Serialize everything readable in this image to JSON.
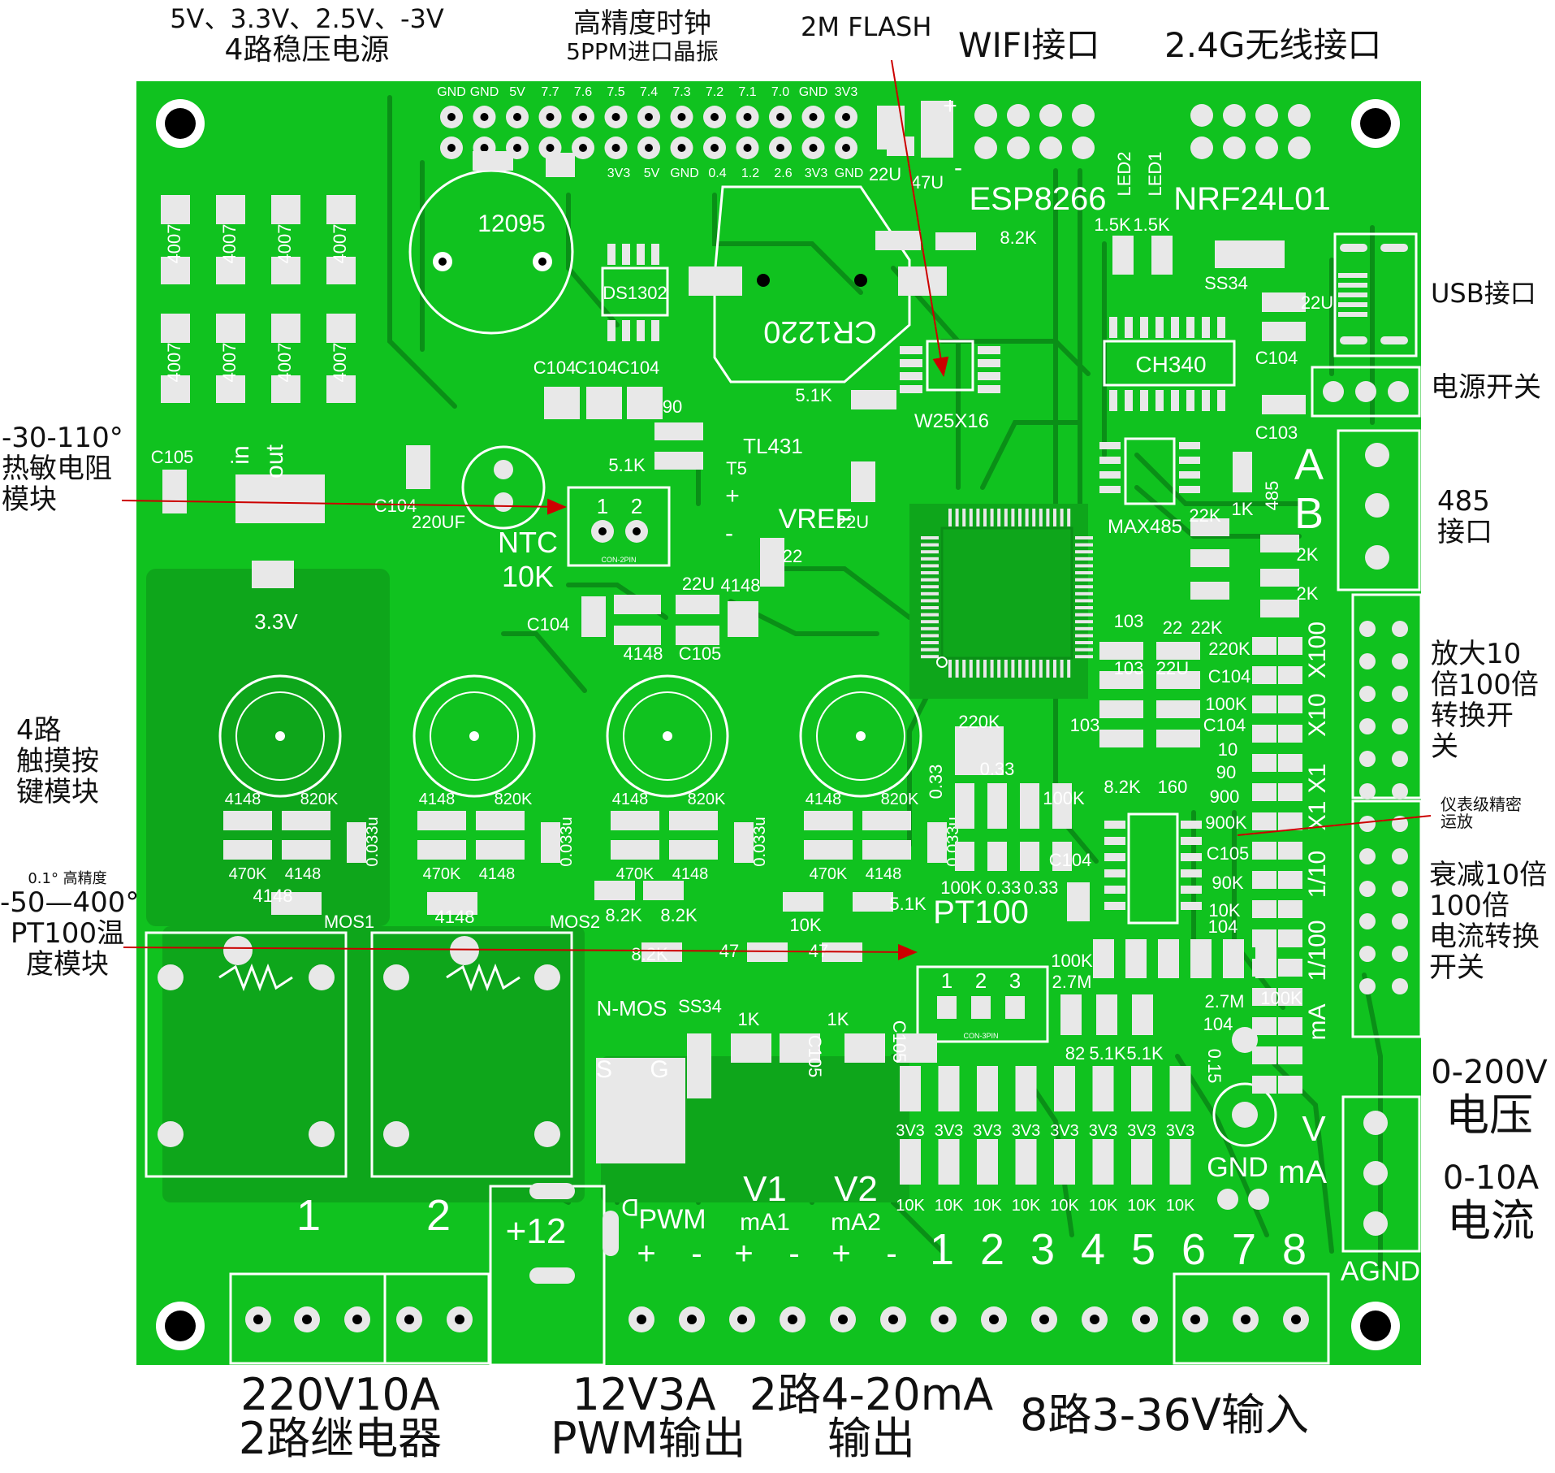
{
  "colors": {
    "board": "#10c21f",
    "trace": "#0a8f17",
    "silk": "#ffffff",
    "pad": "#e8e8e8",
    "hole": "#000000",
    "arrow": "#cc0000"
  },
  "callouts": {
    "power": [
      "5V、3.3V、2.5V、-3V",
      "4路稳压电源"
    ],
    "clock": [
      "高精度时钟",
      "5PPM进口晶振"
    ],
    "flash": [
      "2M FLASH"
    ],
    "wifi": [
      "WIFI接口"
    ],
    "wireless": [
      "2.4G无线接口"
    ],
    "usb": [
      "USB接口"
    ],
    "switch": [
      "电源开关"
    ],
    "rs485": [
      "485",
      "接口"
    ],
    "amp": [
      "放大10",
      "倍100倍",
      "转换开",
      "关"
    ],
    "opamp": [
      "仪表级精密",
      "运放"
    ],
    "atten": [
      "衰减10倍",
      "100倍",
      "电流转换",
      "开关"
    ],
    "voltage": [
      "0-200V",
      "电压"
    ],
    "current": [
      "0-10A",
      "电流"
    ],
    "ntc": [
      "-30-110°",
      "热敏电阻",
      "模块"
    ],
    "touch": [
      "4路",
      "触摸按",
      "键模块"
    ],
    "pt100": [
      "0.1° 高精度",
      "-50—400°",
      "PT100温",
      "度模块"
    ],
    "relay": [
      "220V10A",
      "2路继电器"
    ],
    "pwm": [
      "12V3A",
      "PWM输出"
    ],
    "ma_out": [
      "2路4-20mA",
      "输出"
    ],
    "inputs": [
      "8路3-36V输入"
    ]
  },
  "board": {
    "chips": {
      "ds1302": "DS1302",
      "battery": "CR1220",
      "flash": "W25X16",
      "usb_chip": "CH340",
      "max485": "MAX485",
      "esp": "ESP8266",
      "nrf": "NRF24L01",
      "regulator": "12095",
      "tl431": "TL431",
      "vref": "VREF",
      "ntc": [
        "NTC",
        "10K"
      ],
      "pt100": "PT100",
      "nmos": "N-MOS"
    },
    "header_top": [
      "GND",
      "GND",
      "5V",
      "7.7",
      "7.6",
      "7.5",
      "7.4",
      "7.3",
      "7.2",
      "7.1",
      "7.0",
      "GND",
      "3V3"
    ],
    "header_bottom": [
      "3V3",
      "5V",
      "GND",
      "0.4",
      "1.2",
      "2.6",
      "3V3",
      "GND"
    ],
    "diodes": [
      "4007",
      "4007",
      "4007",
      "4007",
      "4007",
      "4007",
      "4007",
      "4007"
    ],
    "reg_labels": {
      "in": "in",
      "out": "out",
      "v33": "3.3V"
    },
    "misc_silk": [
      "22U",
      "47U",
      "8.2K",
      "1.5K",
      "1.5K",
      "LED2",
      "LED1",
      "SS34",
      "22U",
      "C104",
      "C103",
      "5.1K",
      "90",
      "5.1K",
      "C104",
      "C104",
      "C104",
      "C104",
      "C105",
      "220UF",
      "22U",
      "22",
      "T5",
      "4148",
      "22U",
      "4148",
      "C105",
      "C104",
      "22K",
      "1K",
      "2K",
      "2K",
      "22K",
      "103",
      "22",
      "220K",
      "103",
      "22U",
      "C104",
      "100K",
      "103",
      "C104",
      "10",
      "90",
      "900",
      "900K",
      "C105",
      "90K",
      "10K",
      "104",
      "8.2K",
      "160",
      "220K",
      "0.33",
      "0.33",
      "100K",
      "C104",
      "100K",
      "0.33",
      "0.33",
      "100K",
      "2.7M",
      "2.7M",
      "104",
      "100K",
      "0.15",
      "82",
      "5.1K",
      "5.1K",
      "47",
      "47",
      "1K",
      "1K",
      "C105",
      "C105",
      "SS34",
      "10K",
      "5.1K",
      "8.2K",
      "8.2K",
      "8.2K",
      "MOS1",
      "MOS2",
      "4148",
      "4148",
      "485"
    ],
    "touch_labels": [
      "4148",
      "820K",
      "470K",
      "4148",
      "0.033u"
    ],
    "rs485_ab": [
      "A",
      "B"
    ],
    "gain_labels": [
      "X100",
      "X10",
      "X1",
      "X1",
      "1/10",
      "1/100",
      "mA"
    ],
    "meter_labels": [
      "V",
      "GND",
      "mA",
      "AGND"
    ],
    "pullups": [
      "3V3",
      "3V3",
      "3V3",
      "3V3",
      "3V3",
      "3V3",
      "3V3",
      "3V3"
    ],
    "input_res": [
      "10K",
      "10K",
      "10K",
      "10K",
      "10K",
      "10K",
      "10K",
      "10K"
    ],
    "terminal_labels": [
      "1",
      "2",
      "+12",
      "PWM",
      "V1",
      "V2",
      "mA1",
      "mA2",
      "1",
      "2",
      "3",
      "4",
      "5",
      "6",
      "7",
      "8"
    ],
    "pin_labels": [
      "1",
      "2",
      "1",
      "2",
      "3",
      "CON-2PIN",
      "CON-3PIN"
    ],
    "polarity": [
      "+",
      "-",
      "+",
      "-",
      "+",
      "-",
      "+",
      "-",
      "+",
      "-"
    ],
    "mos_pins": [
      "S",
      "G",
      "D"
    ]
  }
}
